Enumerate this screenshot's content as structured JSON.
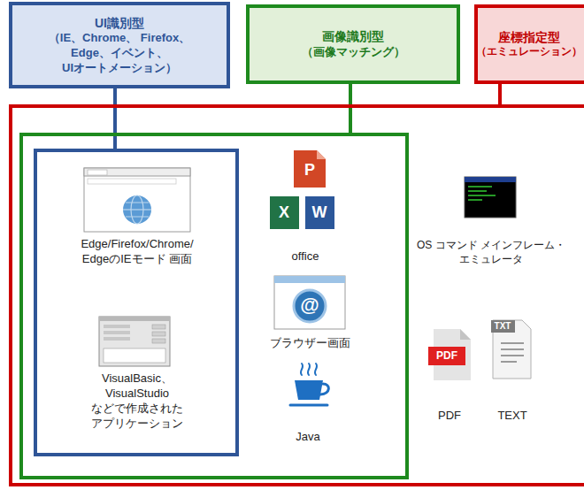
{
  "diagram": {
    "nodes": [
      {
        "text": [
          "UI識別型",
          "（IE、Chrome、 Firefox、Edge、イベント、 UIオートメーション）"
        ]
      },
      {
        "text": [
          "画像識別型",
          "（画像マッチング）"
        ]
      },
      {
        "text": [
          "座標指定型",
          "（エミュレーション）"
        ]
      },
      {
        "text": [
          "OS コマンド メインフレーム・エミュレータ",
          "PDF",
          "TEXT"
        ]
      },
      {
        "text": [
          "office",
          "ブラウザー画面",
          "Java"
        ],
        "in": 3
      },
      {
        "text": [
          "Edge/Firefox/Chrome/ EdgeのIEモード 画面",
          "VisualBasic、 VisualStudio などで作成された アプリケーション"
        ],
        "in": 4
      }
    ],
    "edges": [
      {
        "from": 0,
        "to": 5,
        "arrow": "none"
      },
      {
        "from": 1,
        "to": 4,
        "arrow": "none"
      },
      {
        "from": 2,
        "to": 3,
        "arrow": "none"
      }
    ],
    "labels": [
      "P",
      "X",
      "W",
      "@",
      "PDF",
      "TXT"
    ]
  }
}
